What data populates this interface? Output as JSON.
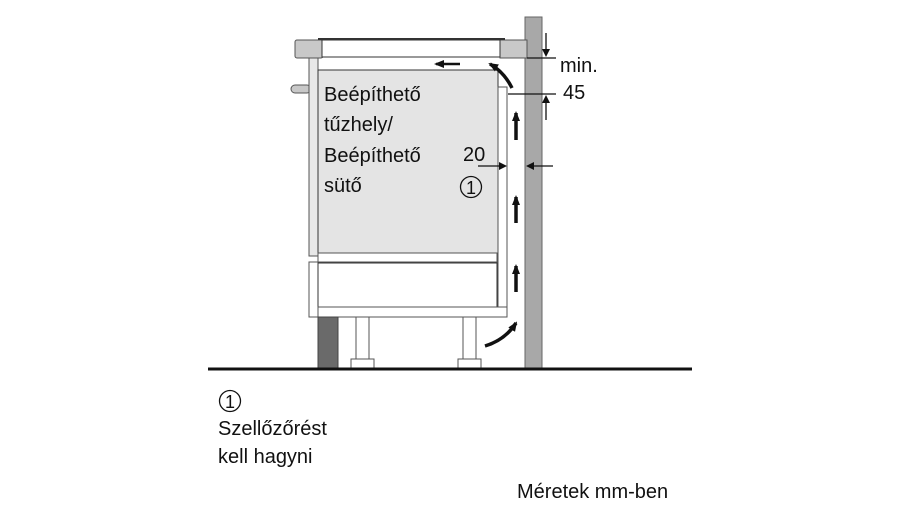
{
  "appliance": {
    "label_lines": [
      "Beépíthető",
      "tűzhely/",
      "Beépíthető",
      "sütő"
    ],
    "callout_number": "1"
  },
  "dimensions": {
    "top_gap_label_line1": "min.",
    "top_gap_label_line2": "45",
    "side_gap_label": "20"
  },
  "legend": {
    "number": "1",
    "text_lines": [
      "Szellőzőrést",
      "kell hagyni"
    ]
  },
  "units_note": "Méretek mm-ben",
  "colors": {
    "appliance_fill": "#e4e4e4",
    "wall_fill": "#a8a8a8",
    "plinth_fill": "#6a6a6a",
    "countertop_fill": "#c8c8c8"
  }
}
